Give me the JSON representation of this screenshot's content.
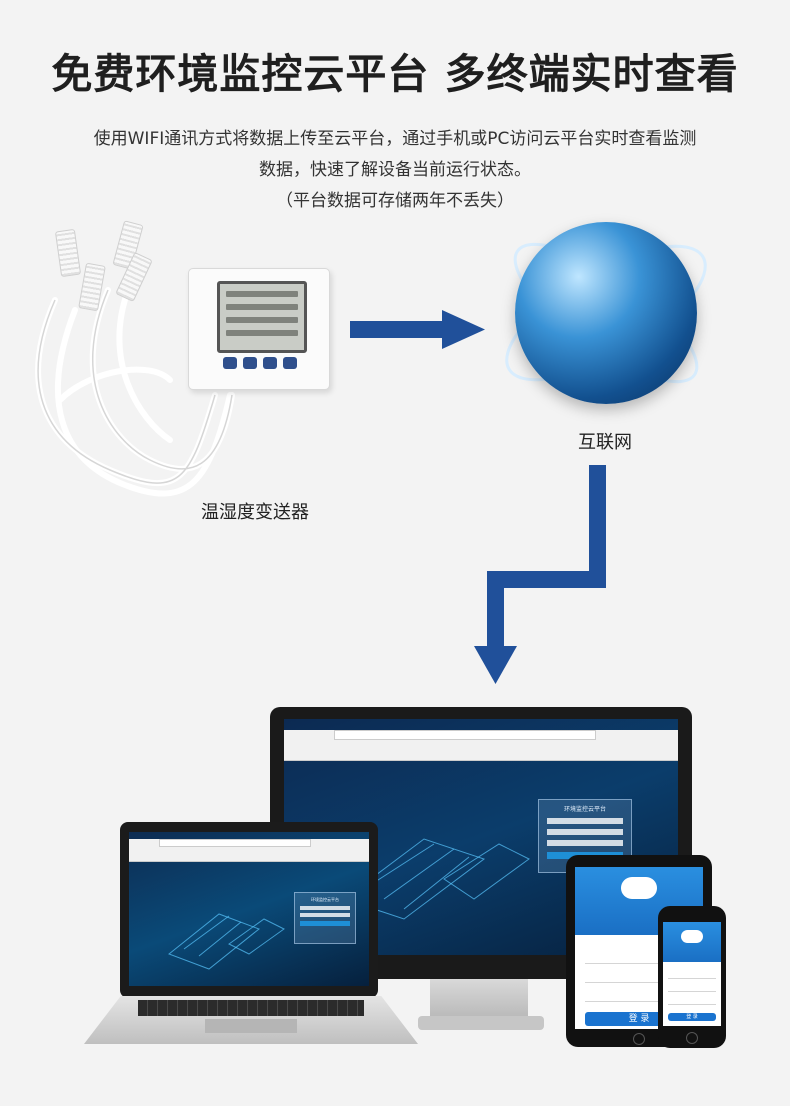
{
  "headline": "免费环境监控云平台  多终端实时查看",
  "description": {
    "line1": "使用WIFI通讯方式将数据上传至云平台，通过手机或PC访问云平台实时查看监测",
    "line2": "数据，快速了解设备当前运行状态。",
    "line3": "（平台数据可存储两年不丢失）"
  },
  "captions": {
    "device": "温湿度变送器",
    "internet": "互联网"
  },
  "platform": {
    "login_title": "环境监控云平台",
    "login_button": "登 录"
  },
  "colors": {
    "arrow": "#20509a",
    "background": "#f3f3f3",
    "app_blue": "#1a73cf"
  }
}
